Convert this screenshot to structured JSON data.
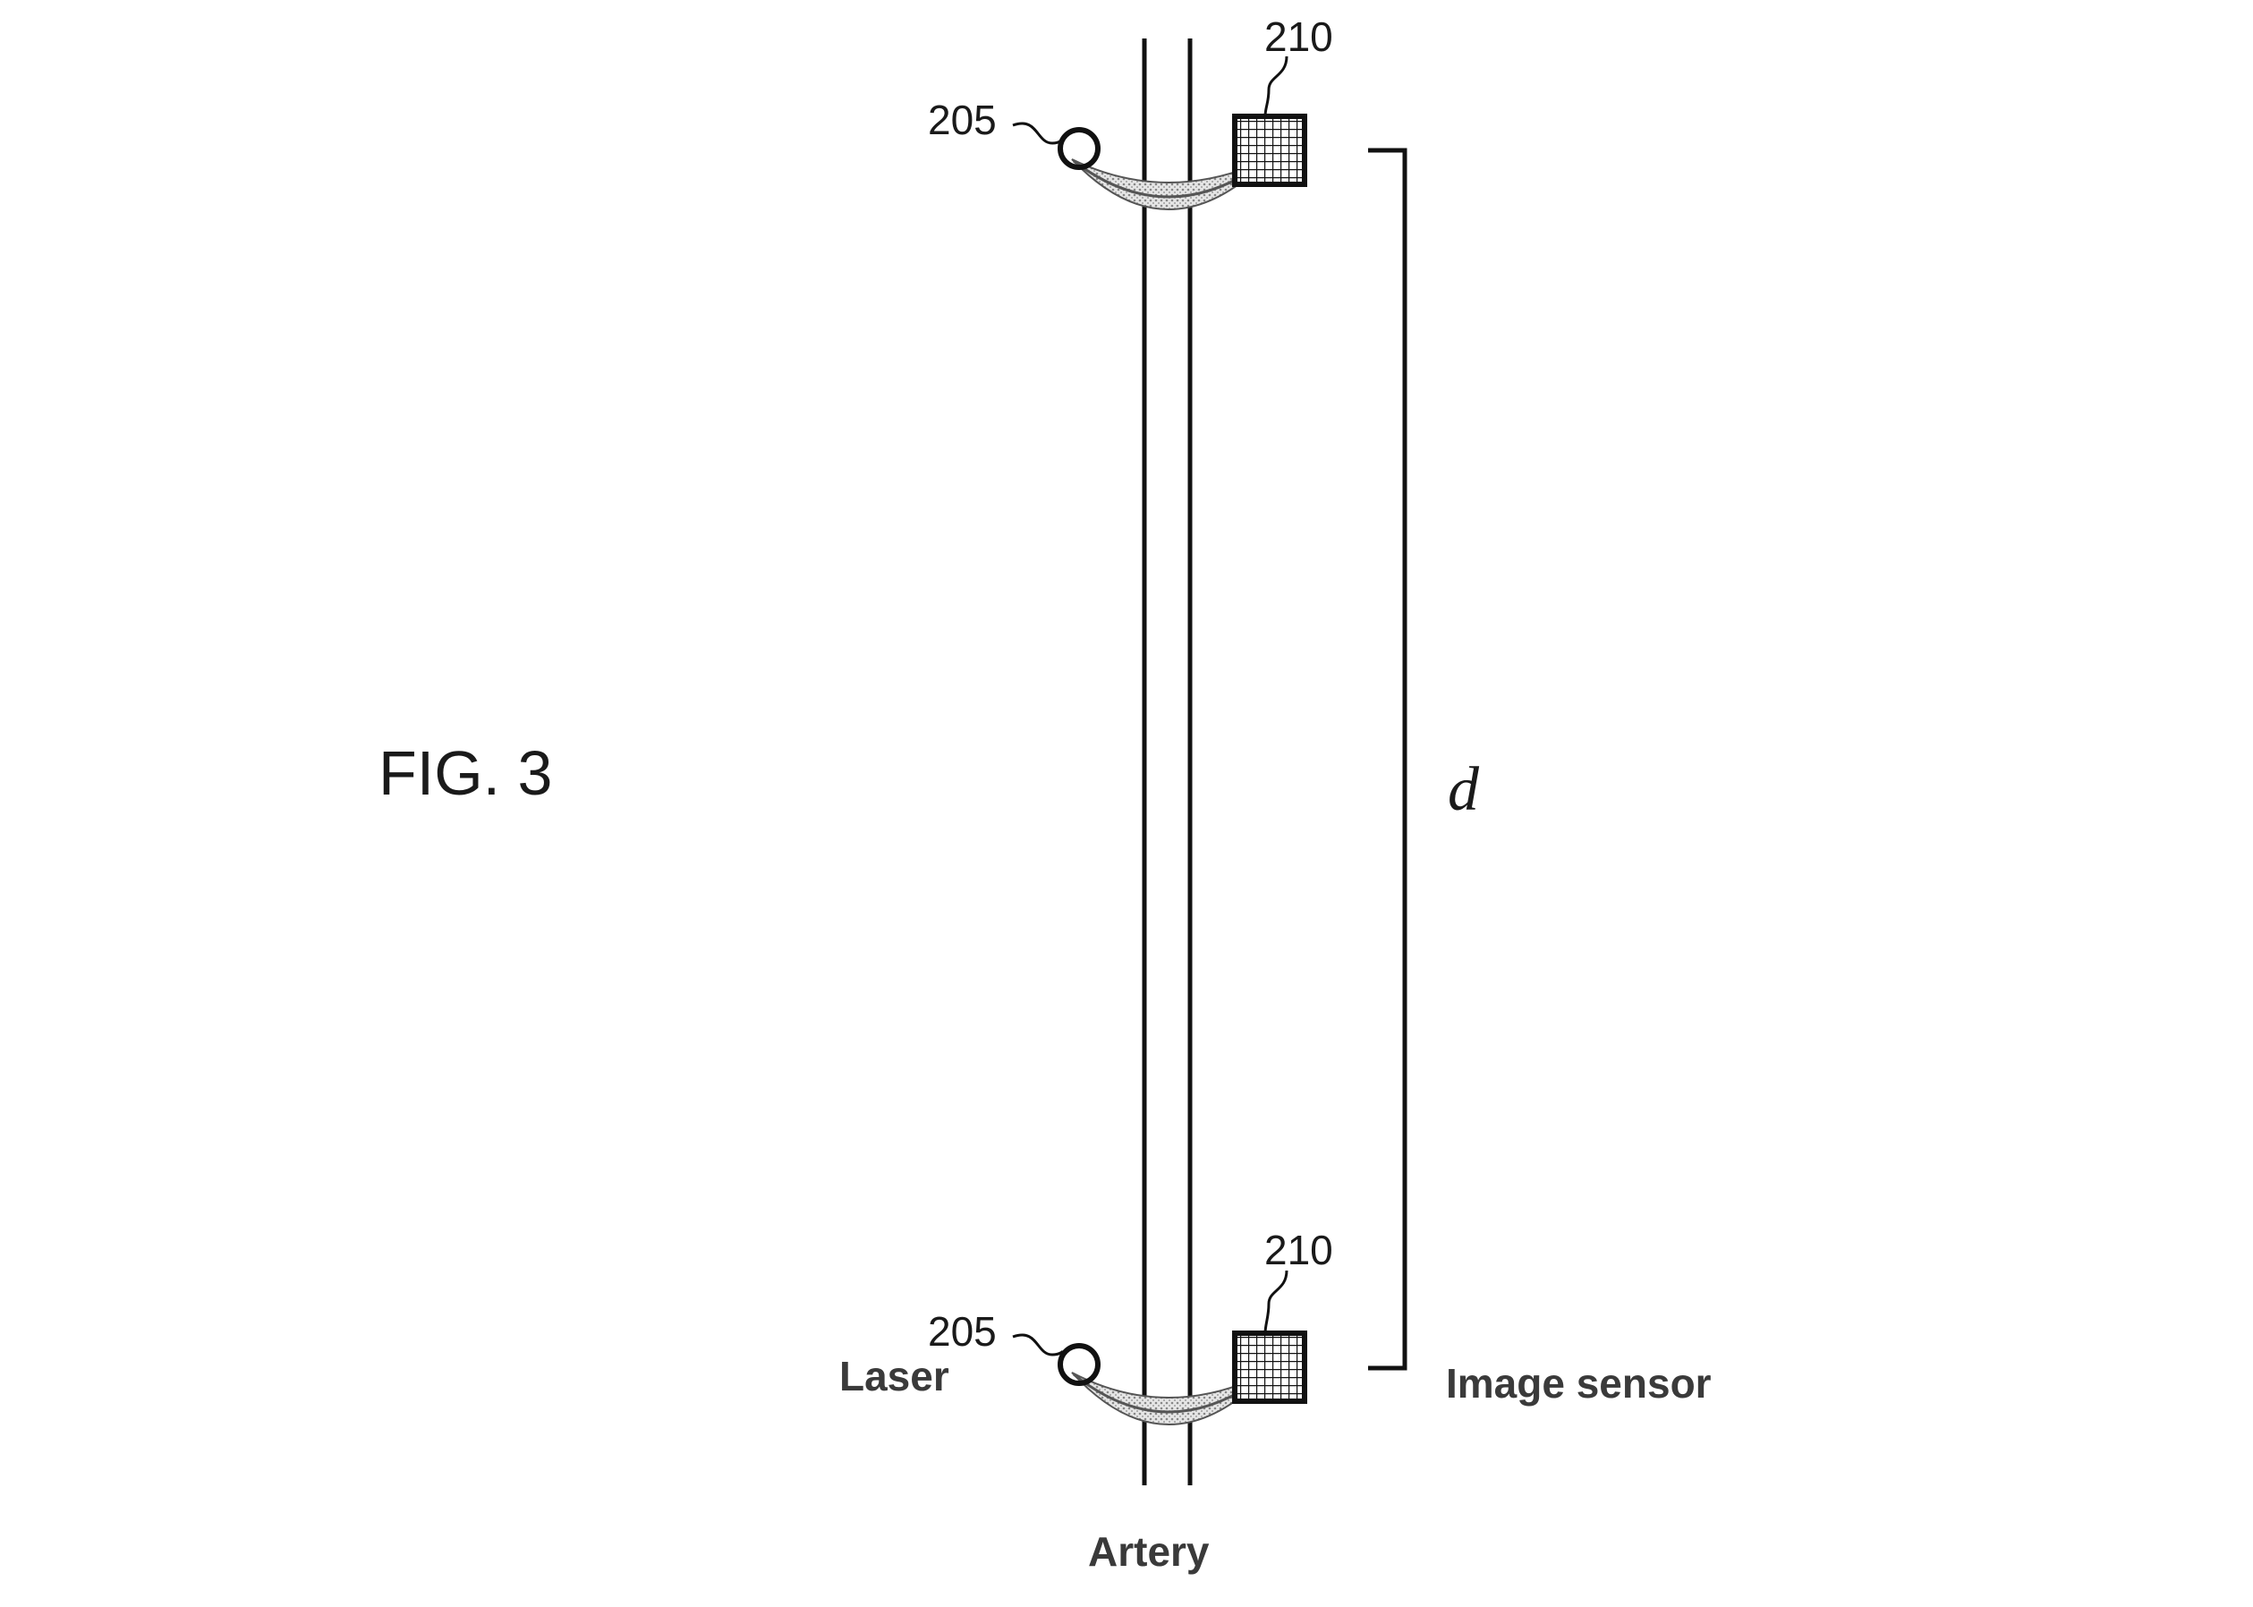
{
  "figure": {
    "title": "FIG. 3",
    "distance_label": "d",
    "artery_label": "Artery",
    "laser_label": "Laser",
    "image_sensor_label": "Image sensor",
    "top_assembly": {
      "laser_ref": "205",
      "sensor_ref": "210"
    },
    "bottom_assembly": {
      "laser_ref": "205",
      "sensor_ref": "210"
    }
  },
  "colors": {
    "line": "#111111",
    "beam": "#c8c8c8",
    "sensor_fill": "#ffffff"
  },
  "icons": [
    "laser-icon",
    "image-sensor-icon"
  ]
}
